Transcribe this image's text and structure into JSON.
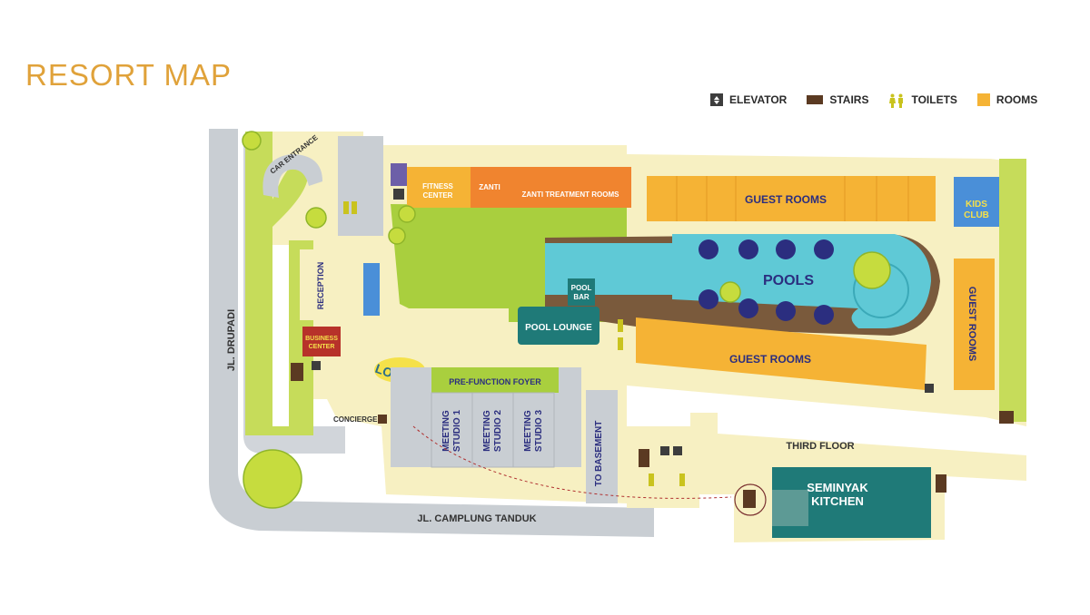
{
  "title": "RESORT MAP",
  "legend": {
    "elevator": "ELEVATOR",
    "stairs": "STAIRS",
    "toilets": "TOILETS",
    "rooms": "ROOMS"
  },
  "colors": {
    "title": "#e0a23a",
    "ground": "#f7f0c2",
    "grass": "#c6dc5a",
    "lawn": "#a9cf3e",
    "road": "#c9ced3",
    "pool": "#5fc9d6",
    "rooms": "#f5b335",
    "treatment": "#f0842f",
    "teal": "#1f7a78",
    "stairs": "#5b3a22",
    "elevator": "#3d3d3d",
    "blue_text": "#2b2e7f",
    "kids": "#4a8fd8",
    "business": "#b7322a"
  },
  "labels": {
    "car_entrance": "CAR ENTRANCE",
    "reception": "RECEPTION",
    "business_center_1": "BUSINESS",
    "business_center_2": "CENTER",
    "jl_drupadi": "JL. DRUPADI",
    "lobby": "LOBBY",
    "concierge": "CONCIERGE",
    "fitness_1": "FITNESS",
    "fitness_2": "CENTER",
    "zanti": "ZANTI",
    "zanti_treatment": "ZANTI TREATMENT ROOMS",
    "guest_rooms_top": "GUEST ROOMS",
    "guest_rooms_bottom": "GUEST ROOMS",
    "guest_rooms_right": "GUEST ROOMS",
    "kids_1": "KIDS",
    "kids_2": "CLUB",
    "pools": "POOLS",
    "pool_bar_1": "POOL",
    "pool_bar_2": "BAR",
    "pool_lounge": "POOL LOUNGE",
    "pre_function": "PRE-FUNCTION FOYER",
    "meeting_1a": "MEETING",
    "meeting_1b": "STUDIO 1",
    "meeting_2a": "MEETING",
    "meeting_2b": "STUDIO 2",
    "meeting_3a": "MEETING",
    "meeting_3b": "STUDIO 3",
    "to_basement": "TO BASEMENT",
    "jl_camplung": "JL. CAMPLUNG TANDUK",
    "third_floor": "THIRD FLOOR",
    "seminyak_1": "SEMINYAK",
    "seminyak_2": "KITCHEN"
  }
}
